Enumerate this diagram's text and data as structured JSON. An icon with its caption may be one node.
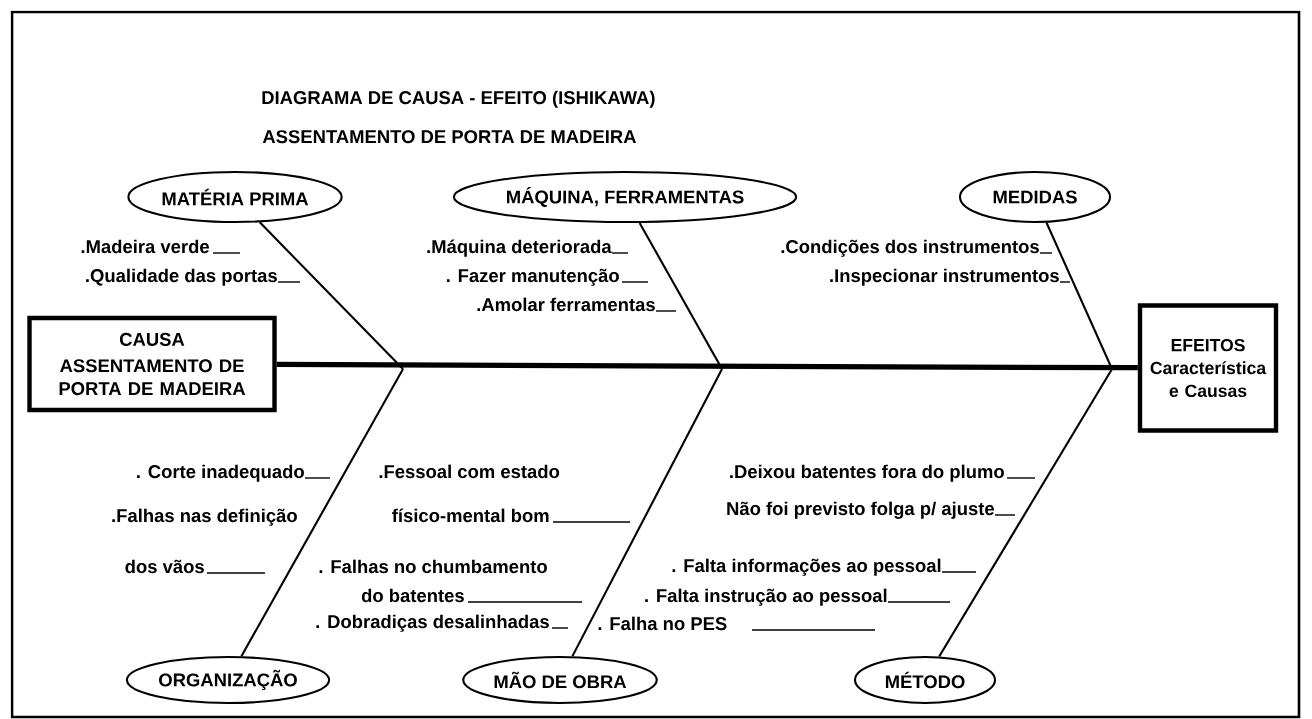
{
  "diagram": {
    "title": "DIAGRAMA DE CAUSA - EFEITO (ISHIKAWA)",
    "nodes": [
      {
        "text": [
          "CAUSA",
          "ASSENTAMENTO DE PORTA DE MADEIRA"
        ]
      },
      {
        "text": [
          "EFEITOS",
          "Característica e Causas"
        ]
      },
      {
        "text": [
          "MATÉRIA PRIMA"
        ]
      },
      {
        "text": [
          "MÁQUINA, FERRAMENTAS"
        ]
      },
      {
        "text": [
          "MEDIDAS"
        ]
      },
      {
        "text": [
          "ORGANIZAÇÃO"
        ]
      },
      {
        "text": [
          "MÃO DE OBRA"
        ]
      },
      {
        "text": [
          "MÉTODO"
        ]
      }
    ],
    "edges": [
      {
        "from": 0,
        "to": 1,
        "arrow": "none",
        "style": "thick"
      },
      {
        "from": 2,
        "to": null,
        "arrow": "none"
      },
      {
        "from": 3,
        "to": null,
        "arrow": "none"
      },
      {
        "from": 4,
        "to": null,
        "arrow": "none"
      },
      {
        "from": 5,
        "to": null,
        "arrow": "none"
      },
      {
        "from": 6,
        "to": null,
        "arrow": "none"
      },
      {
        "from": 7,
        "to": null,
        "arrow": "none"
      }
    ],
    "labels": [
      "ASSENTAMENTO DE PORTA DE MADEIRA",
      ".Madeira verde",
      ".Qualidade das portas",
      ".Máquina deteriorada",
      ". Fazer manutenção",
      ".Amolar ferramentas",
      ".Condições dos instrumentos",
      ".Inspecionar instrumentos",
      ". Corte inadequado",
      ".Fessoal com estado",
      ".Deixou batentes fora do plumo",
      ".Falhas nas definição",
      "físico-mental bom",
      "Não foi previsto folga p/ ajuste",
      "dos vãos",
      ". Falhas no chumbamento",
      ". Falta informações ao pessoal",
      "do batentes",
      ". Falta instrução ao pessoal",
      ". Dobradiças desalinhadas",
      ". Falha no PES"
    ]
  }
}
